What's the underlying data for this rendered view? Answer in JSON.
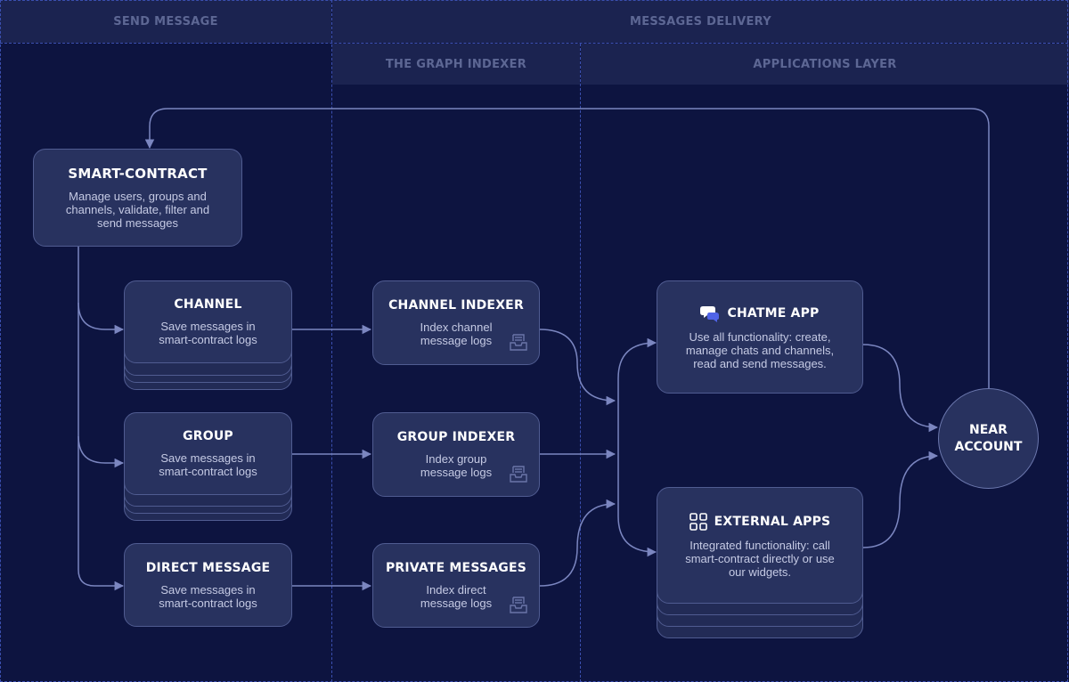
{
  "lanes": {
    "send_message": "SEND MESSAGE",
    "messages_delivery": "MESSAGES DELIVERY",
    "graph_indexer": "THE GRAPH INDEXER",
    "applications_layer": "APPLICATIONS LAYER"
  },
  "nodes": {
    "smart_contract": {
      "title": "SMART-CONTRACT",
      "desc": "Manage users, groups and\nchannels, validate, filter and\nsend messages"
    },
    "channel": {
      "title": "CHANNEL",
      "desc": "Save messages in\nsmart-contract logs"
    },
    "group": {
      "title": "GROUP",
      "desc": "Save messages in\nsmart-contract logs"
    },
    "direct_message": {
      "title": "DIRECT MESSAGE",
      "desc": "Save messages in\nsmart-contract logs"
    },
    "channel_indexer": {
      "title": "CHANNEL INDEXER",
      "desc": "Index channel\nmessage logs"
    },
    "group_indexer": {
      "title": "GROUP INDEXER",
      "desc": "Index group\nmessage logs"
    },
    "private_messages": {
      "title": "PRIVATE MESSAGES",
      "desc": "Index direct\nmessage logs"
    },
    "chatme_app": {
      "title": "CHATME APP",
      "desc": "Use all functionality: create,\nmanage chats and channels,\nread and send messages."
    },
    "external_apps": {
      "title": "EXTERNAL APPS",
      "desc": "Integrated functionality: call\nsmart-contract directly or use\nour widgets."
    },
    "near_account": {
      "title": "NEAR\nACCOUNT"
    }
  },
  "icons": {
    "indexer": "inbox-tray-icon",
    "chatme": "chat-bubbles-icon",
    "external": "grid-apps-icon"
  },
  "colors": {
    "background": "#0d1440",
    "card": "#28325f",
    "connector": "#7b86c0",
    "chatme_icon_accent": "#4f63e8"
  }
}
